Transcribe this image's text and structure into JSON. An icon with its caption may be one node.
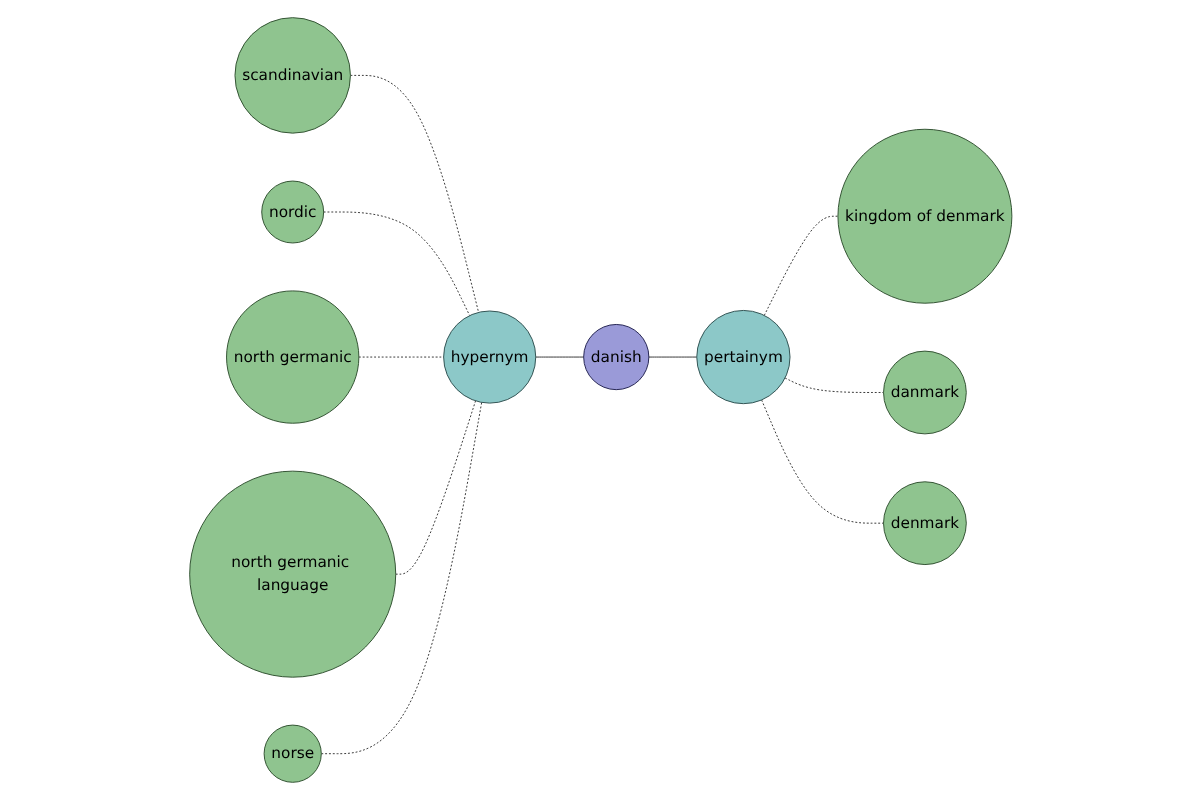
{
  "diagram": {
    "nodes": [
      {
        "text": [
          "kingdom of denmark"
        ]
      },
      {
        "text": [
          "danmark"
        ]
      },
      {
        "text": [
          "pertainym"
        ]
      },
      {
        "text": [
          "scandinavian"
        ]
      },
      {
        "text": [
          "danish"
        ]
      },
      {
        "text": [
          "denmark"
        ]
      },
      {
        "text": [
          "nordic"
        ]
      },
      {
        "text": [
          "hypernym"
        ]
      },
      {
        "text": [
          "north germanic"
        ]
      },
      {
        "text": [
          "north germanic language"
        ]
      },
      {
        "text": [
          "norse"
        ]
      }
    ],
    "edges": [
      {
        "from": 7,
        "to": 4,
        "arrow": "none"
      },
      {
        "from": 4,
        "to": 2,
        "arrow": "none"
      },
      {
        "from": 3,
        "to": 7,
        "arrow": "none",
        "style": "dashed"
      },
      {
        "from": 6,
        "to": 7,
        "arrow": "none",
        "style": "dashed"
      },
      {
        "from": 8,
        "to": 7,
        "arrow": "none",
        "style": "dashed"
      },
      {
        "from": 9,
        "to": 7,
        "arrow": "none",
        "style": "dashed"
      },
      {
        "from": 10,
        "to": 7,
        "arrow": "none",
        "style": "dashed"
      },
      {
        "from": 2,
        "to": 0,
        "arrow": "none",
        "style": "dashed"
      },
      {
        "from": 2,
        "to": 1,
        "arrow": "none",
        "style": "dashed"
      },
      {
        "from": 2,
        "to": 5,
        "arrow": "none",
        "style": "dashed"
      }
    ]
  }
}
